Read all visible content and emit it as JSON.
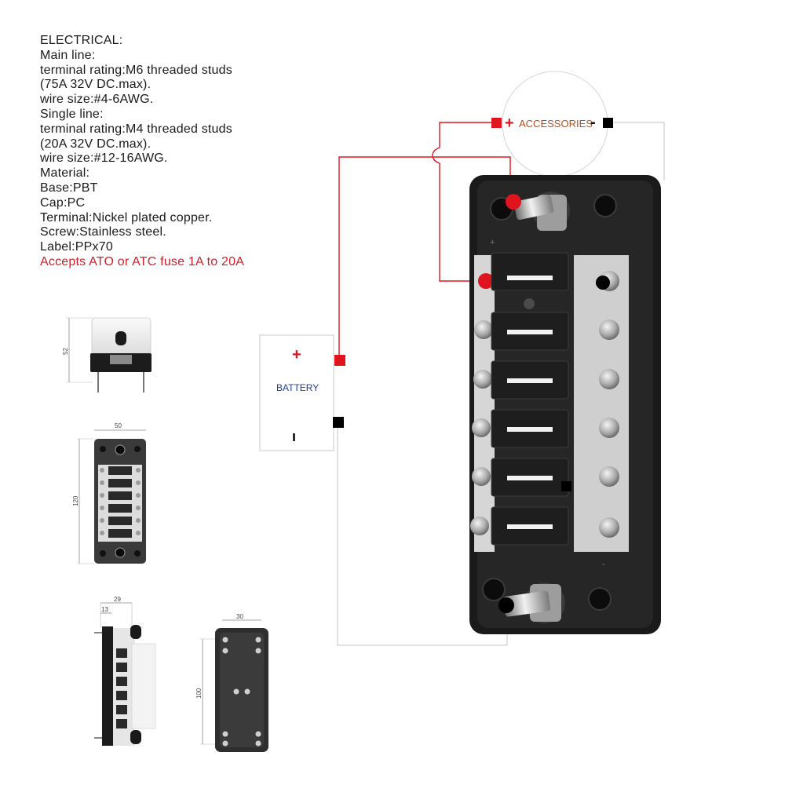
{
  "specs": {
    "lines": [
      "ELECTRICAL:",
      "Main line:",
      "terminal rating:M6 threaded studs",
      "(75A 32V DC.max).",
      "wire size:#4-6AWG.",
      "Single line:",
      "terminal rating:M4 threaded studs",
      "(20A 32V DC.max).",
      "wire size:#12-16AWG.",
      "Material:",
      "Base:PBT",
      "Cap:PC",
      "Terminal:Nickel plated copper.",
      "Screw:Stainless steel.",
      "Label:PPx70"
    ],
    "note": "Accepts ATO or ATC fuse 1A to 20A"
  },
  "dimensions": {
    "height_side": "52",
    "width_top": "50",
    "length_top": "120",
    "side_total": "29",
    "side_base": "13",
    "bottom_width": "30",
    "bottom_length": "100"
  },
  "wiring": {
    "accessories_label": "ACCESSORIES",
    "battery_label": "BATTERY",
    "plus_sign": "+",
    "minus_sign": "-",
    "battery_minus_sign": "ı"
  },
  "colors": {
    "positive": "#e0141e",
    "negative": "#000000",
    "body": "#1c1c1c",
    "accent_text": "#b8501c",
    "battery_text": "#1f3f8f"
  }
}
